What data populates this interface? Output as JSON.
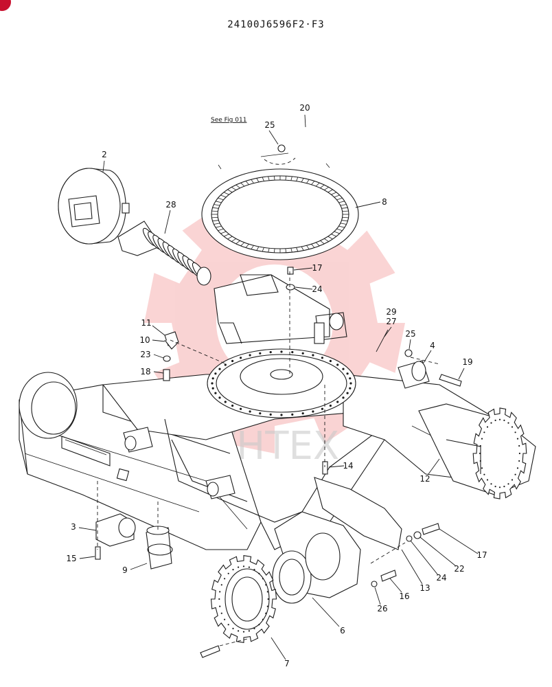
{
  "document_code": "24100J6596F2·F3",
  "reference_note": "See Fig 011",
  "watermark": {
    "text": "VHTEX",
    "gear_color": "#e83b3b"
  },
  "accent_color": "#c8102e",
  "parts": [
    {
      "id": "p2",
      "number": "2"
    },
    {
      "id": "p3",
      "number": "3"
    },
    {
      "id": "p4",
      "number": "4"
    },
    {
      "id": "p6",
      "number": "6"
    },
    {
      "id": "p7",
      "number": "7"
    },
    {
      "id": "p8",
      "number": "8"
    },
    {
      "id": "p9",
      "number": "9"
    },
    {
      "id": "p10",
      "number": "10"
    },
    {
      "id": "p11",
      "number": "11"
    },
    {
      "id": "p12",
      "number": "12"
    },
    {
      "id": "p13",
      "number": "13"
    },
    {
      "id": "p14",
      "number": "14"
    },
    {
      "id": "p15",
      "number": "15"
    },
    {
      "id": "p16",
      "number": "16"
    },
    {
      "id": "p17a",
      "number": "17"
    },
    {
      "id": "p17b",
      "number": "17"
    },
    {
      "id": "p18",
      "number": "18"
    },
    {
      "id": "p19",
      "number": "19"
    },
    {
      "id": "p20",
      "number": "20"
    },
    {
      "id": "p22",
      "number": "22"
    },
    {
      "id": "p23",
      "number": "23"
    },
    {
      "id": "p24a",
      "number": "24"
    },
    {
      "id": "p24b",
      "number": "24"
    },
    {
      "id": "p25a",
      "number": "25"
    },
    {
      "id": "p25b",
      "number": "25"
    },
    {
      "id": "p26",
      "number": "26"
    },
    {
      "id": "p27",
      "number": "27"
    },
    {
      "id": "p28",
      "number": "28"
    },
    {
      "id": "p29",
      "number": "29"
    }
  ]
}
